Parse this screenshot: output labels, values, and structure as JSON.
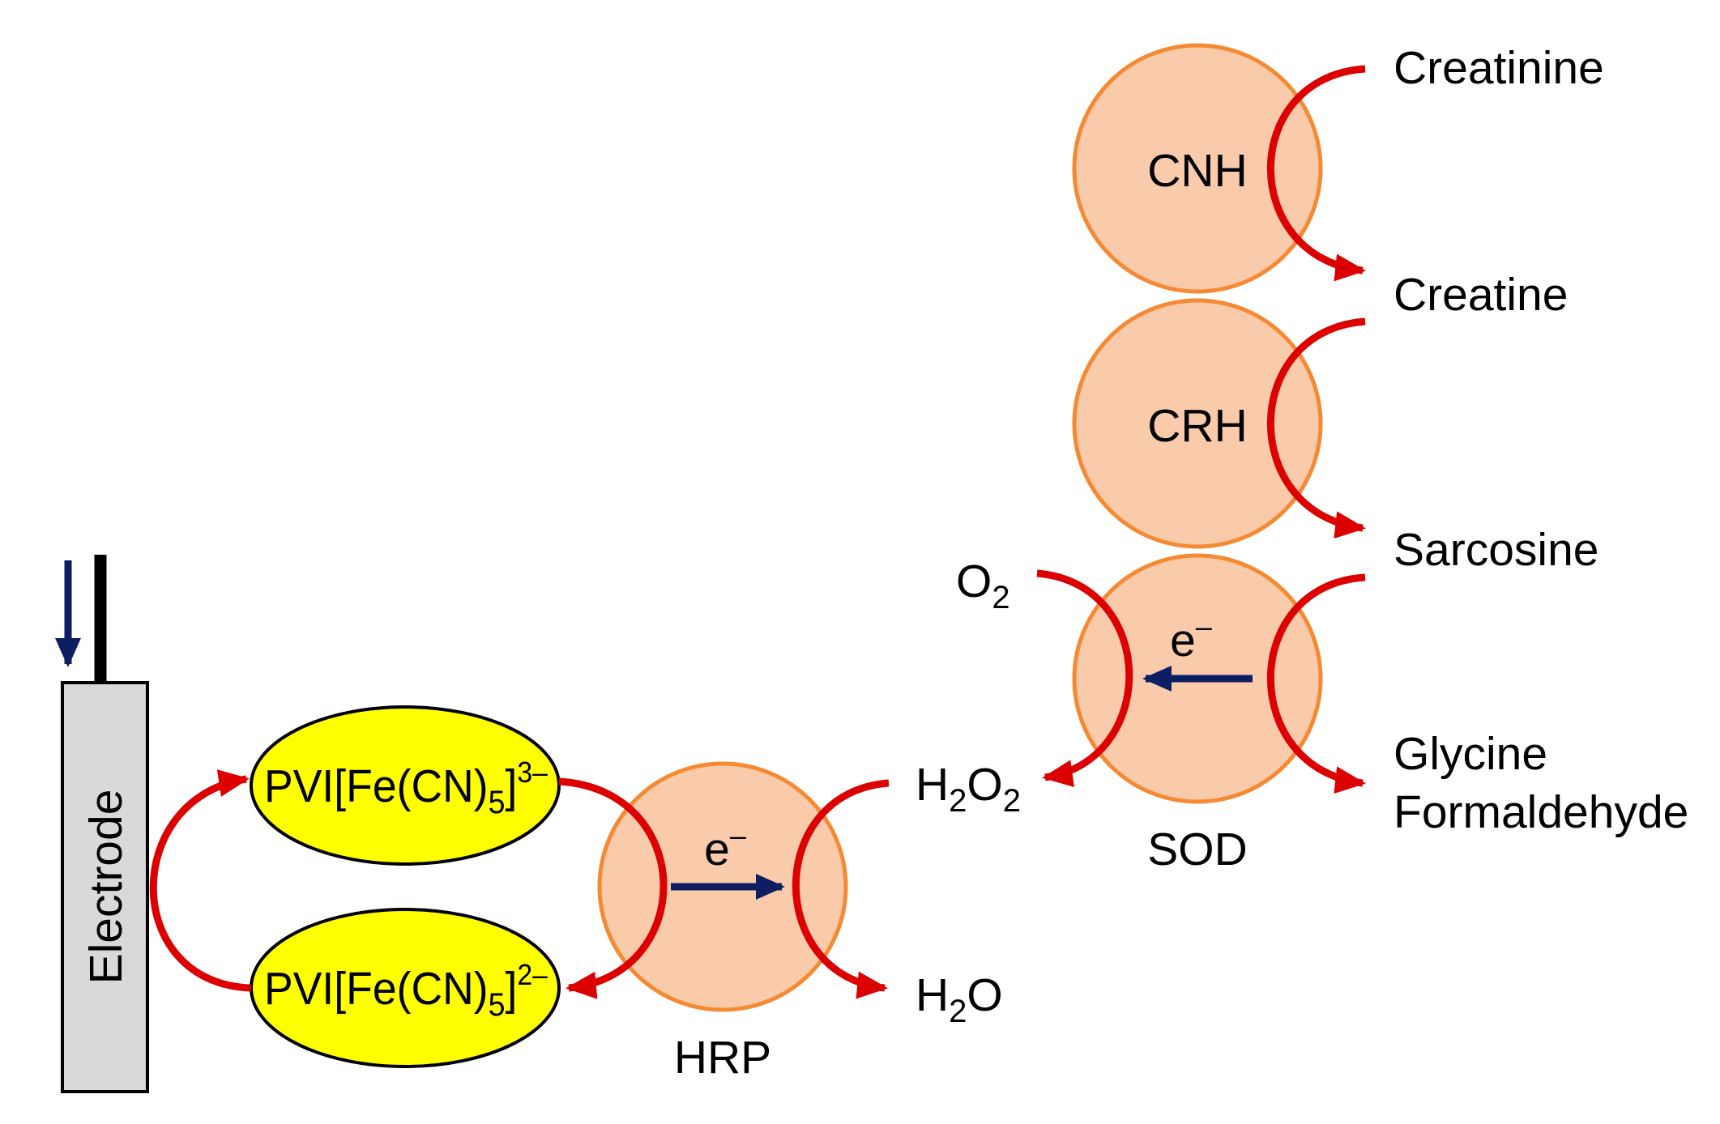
{
  "colors": {
    "enzyme_fill": "#FACBAA",
    "enzyme_stroke": "#F58A32",
    "mediator_fill": "#FFFF00",
    "reaction_arrow": "#DD0000",
    "electron_arrow": "#0D1E63",
    "electrode_fill": "#D9D9D9"
  },
  "electrode": {
    "label": "Electrode"
  },
  "mediator": {
    "oxidized": {
      "base": "PVI[Fe(CN)",
      "sub": "5",
      "close": "]",
      "sup": "3–"
    },
    "reduced": {
      "base": "PVI[Fe(CN)",
      "sub": "5",
      "close": "]",
      "sup": "2–"
    }
  },
  "enzymes": {
    "cnh": "CNH",
    "crh": "CRH",
    "sod": "SOD",
    "hrp": "HRP"
  },
  "electron": {
    "symbol": "e",
    "charge": "–"
  },
  "species": {
    "creatinine": "Creatinine",
    "creatine": "Creatine",
    "sarcosine": "Sarcosine",
    "glycine": "Glycine",
    "formaldehyde": "Formaldehyde",
    "o2": {
      "a": "O",
      "a_sub": "2"
    },
    "h2o2": {
      "a": "H",
      "a_sub": "2",
      "b": "O",
      "b_sub": "2"
    },
    "h2o": {
      "a": "H",
      "a_sub": "2",
      "b": "O"
    }
  }
}
